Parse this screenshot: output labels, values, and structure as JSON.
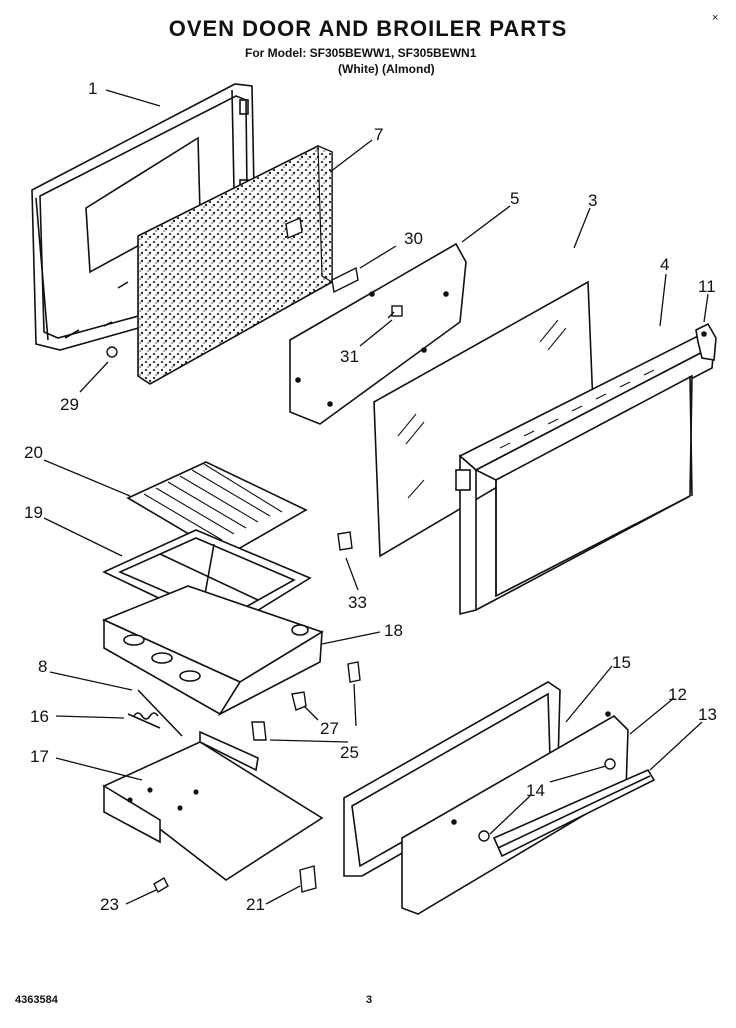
{
  "header": {
    "title": "OVEN DOOR AND BROILER PARTS",
    "model_line": "For Model: SF305BEWW1, SF305BEWN1",
    "color_line": "(White)   (Almond)"
  },
  "footer": {
    "doc_number": "4363584",
    "page_number": "3"
  },
  "corner_mark": "×",
  "callouts": [
    "1",
    "7",
    "5",
    "30",
    "3",
    "4",
    "11",
    "31",
    "29",
    "20",
    "19",
    "33",
    "18",
    "8",
    "15",
    "12",
    "13",
    "16",
    "27",
    "25",
    "14",
    "17",
    "23",
    "21"
  ]
}
